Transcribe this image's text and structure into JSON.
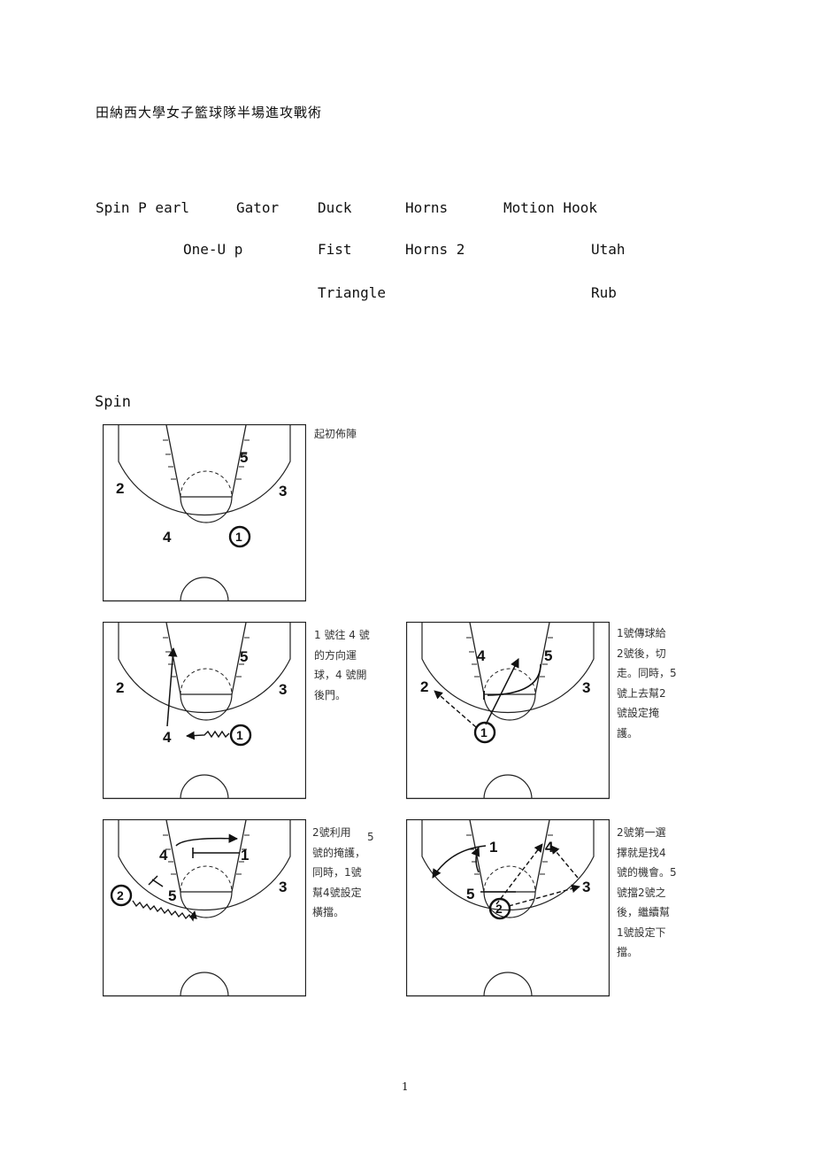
{
  "doc_title": "田納西大學女子籃球隊半場進攻戰術",
  "plays": [
    {
      "label": "Spin P earl"
    },
    {
      "label": "Gator"
    },
    {
      "label": "Duck"
    },
    {
      "label": "Horns"
    },
    {
      "label": "Motion Hook"
    },
    {
      "label": "One-U p"
    },
    {
      "label": "Fist"
    },
    {
      "label": "Horns 2"
    },
    {
      "label": "Utah"
    },
    {
      "label": "Triangle"
    },
    {
      "label": "Rub"
    }
  ],
  "section_title": "Spin",
  "diagrams": [
    {
      "caption": "起初佈陣"
    },
    {
      "caption_lines": [
        "1 號往 4 號",
        "的方向運",
        "球，4 號開",
        "後門。"
      ]
    },
    {
      "caption_lines": [
        "1號傳球給",
        "2號後，切",
        "走。同時，5",
        "號上去幫2",
        "號設定掩",
        "護。"
      ]
    },
    {
      "caption_lines": [
        "2號利用",
        "號的掩護，",
        "同時，1號",
        "幫4號設定",
        "橫擋。"
      ],
      "caption_extra": "5"
    },
    {
      "caption_lines": [
        "2號第一選",
        "擇就是找4",
        "號的機會。5",
        "號擋2號之",
        "後，繼續幫",
        "1號設定下",
        "擋。"
      ]
    }
  ],
  "player_numbers": [
    "1",
    "2",
    "3",
    "4",
    "5"
  ],
  "page_number": "1"
}
